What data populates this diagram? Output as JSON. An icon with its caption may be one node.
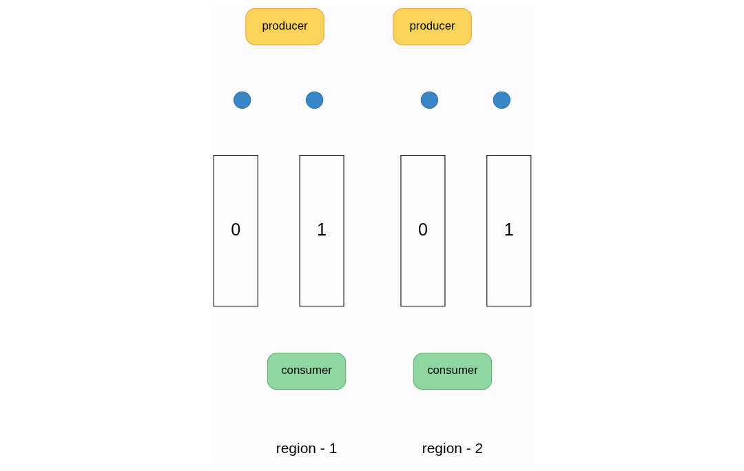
{
  "diagram": {
    "nodes": [
      {
        "text": [
          "producer"
        ]
      },
      {
        "text": [],
        "shape": "circle"
      },
      {
        "text": [],
        "shape": "circle"
      },
      {
        "text": [
          "0"
        ]
      },
      {
        "text": [
          "1"
        ]
      },
      {
        "text": [
          "consumer"
        ]
      },
      {
        "text": [
          "producer"
        ]
      },
      {
        "text": [],
        "shape": "circle"
      },
      {
        "text": [],
        "shape": "circle"
      },
      {
        "text": [
          "0"
        ]
      },
      {
        "text": [
          "1"
        ]
      },
      {
        "text": [
          "consumer"
        ]
      }
    ],
    "labels": [
      "region - 1",
      "region - 2"
    ]
  }
}
